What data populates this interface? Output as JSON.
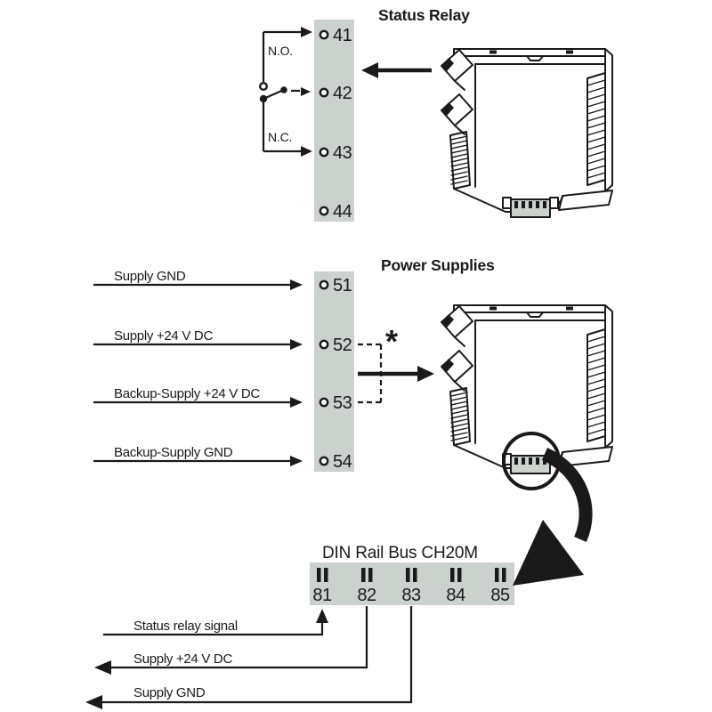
{
  "sections": {
    "status_relay": {
      "title": "Status Relay",
      "terminals": [
        "41",
        "42",
        "43",
        "44"
      ],
      "relay": {
        "no": "N.O.",
        "nc": "N.C."
      }
    },
    "power_supplies": {
      "title": "Power Supplies",
      "note_marker": "*",
      "terminals": [
        {
          "num": "51",
          "label": "Supply GND"
        },
        {
          "num": "52",
          "label": "Supply +24 V DC"
        },
        {
          "num": "53",
          "label": "Backup-Supply +24 V DC"
        },
        {
          "num": "54",
          "label": "Backup-Supply GND"
        }
      ]
    },
    "din_rail_bus": {
      "title": "DIN Rail Bus CH20M",
      "terminals": [
        "81",
        "82",
        "83",
        "84",
        "85"
      ],
      "signals": [
        {
          "label": "Status relay signal",
          "terminal": "81",
          "direction": "into-bus"
        },
        {
          "label": "Supply +24 V DC",
          "terminal": "82",
          "direction": "out-left"
        },
        {
          "label": "Supply GND",
          "terminal": "83",
          "direction": "out-left"
        }
      ]
    }
  },
  "colors": {
    "background": "#ffffff",
    "terminal_block_fill": "#cbd1cd",
    "line": "#1a1a1a"
  }
}
